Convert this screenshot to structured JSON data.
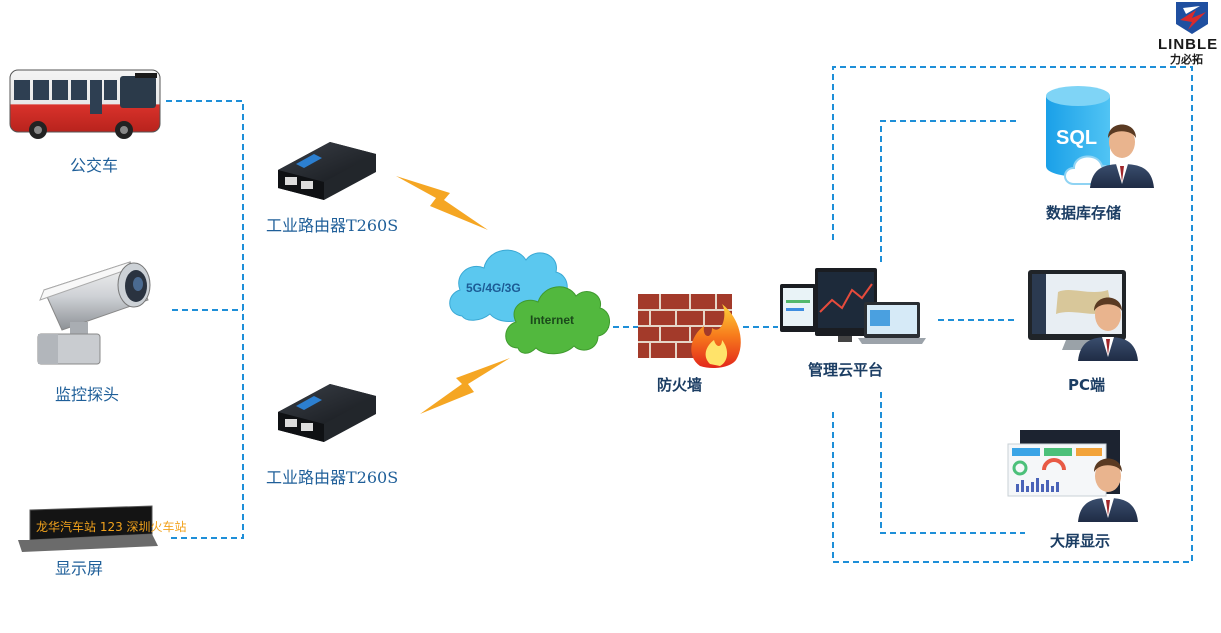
{
  "logo": {
    "brand": "LINBLE",
    "brand_cn": "力必拓"
  },
  "devices": {
    "bus": "公交车",
    "camera": "监控探头",
    "display": "显示屏",
    "display_text": "龙华汽车站 123 深圳火车站",
    "router_1": "工业路由器T260S",
    "router_2": "工业路由器T260S"
  },
  "network": {
    "cellular": "5G/4G/3G",
    "internet": "Internet",
    "firewall": "防火墙",
    "cloud_platform": "管理云平台"
  },
  "clients": {
    "database": "数据库存储",
    "database_icon_text": "SQL",
    "pc": "PC端",
    "big_screen": "大屏显示"
  },
  "colors": {
    "connector": "#1e8fd8",
    "lightning": "#f5a623",
    "cloud_blue": "#5bc8ef",
    "cloud_green": "#52b83e",
    "firewall_brick": "#a33a2a",
    "text_blue": "#1f5f99",
    "text_dark": "#1b3d63"
  },
  "icons": [
    "bus-icon",
    "camera-icon",
    "led-display-icon",
    "router-icon",
    "lightning-icon",
    "cloud-icon",
    "firewall-icon",
    "computer-monitor-icon",
    "database-icon",
    "user-icon",
    "pc-monitor-icon",
    "big-screen-icon",
    "linble-logo-icon"
  ]
}
